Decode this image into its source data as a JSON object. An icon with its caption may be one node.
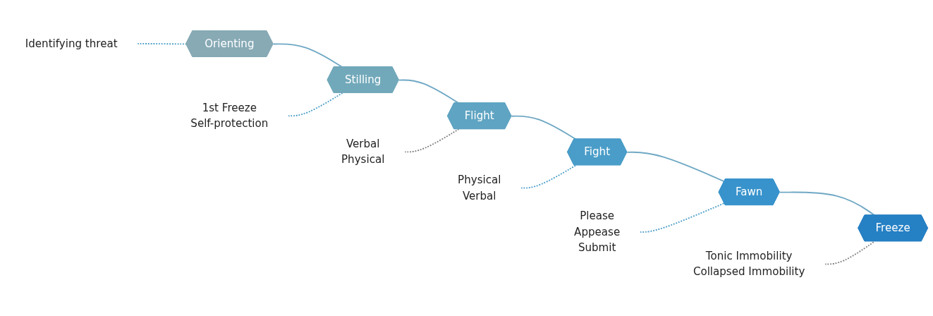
{
  "diagram": {
    "nodes": [
      {
        "text": [
          "Orienting"
        ]
      },
      {
        "text": [
          "Stilling"
        ]
      },
      {
        "text": [
          "Flight"
        ]
      },
      {
        "text": [
          "Fight"
        ]
      },
      {
        "text": [
          "Fawn"
        ]
      },
      {
        "text": [
          "Freeze"
        ]
      },
      {
        "text": [
          "Identifying threat"
        ]
      },
      {
        "text": [
          "1st Freeze",
          "Self-protection"
        ]
      },
      {
        "text": [
          "Verbal",
          "Physical"
        ]
      },
      {
        "text": [
          "Physical",
          "Verbal"
        ]
      },
      {
        "text": [
          "Please",
          "Appease",
          "Submit"
        ]
      },
      {
        "text": [
          "Tonic Immobility",
          "Collapsed Immobility"
        ]
      }
    ],
    "edges": [
      {
        "from": 0,
        "to": 1,
        "arrow": "none"
      },
      {
        "from": 1,
        "to": 2,
        "arrow": "none"
      },
      {
        "from": 2,
        "to": 3,
        "arrow": "none"
      },
      {
        "from": 3,
        "to": 4,
        "arrow": "none"
      },
      {
        "from": 4,
        "to": 5,
        "arrow": "none"
      },
      {
        "from": 6,
        "to": 0,
        "arrow": "none",
        "style": "dashed"
      },
      {
        "from": 7,
        "to": 1,
        "arrow": "none",
        "style": "dashed"
      },
      {
        "from": 8,
        "to": 2,
        "arrow": "none",
        "style": "dashed",
        "color": "#808080"
      },
      {
        "from": 9,
        "to": 3,
        "arrow": "none",
        "style": "dashed"
      },
      {
        "from": 10,
        "to": 4,
        "arrow": "none",
        "style": "dashed"
      },
      {
        "from": 11,
        "to": 5,
        "arrow": "none",
        "style": "dashed",
        "color": "#808080"
      }
    ]
  }
}
